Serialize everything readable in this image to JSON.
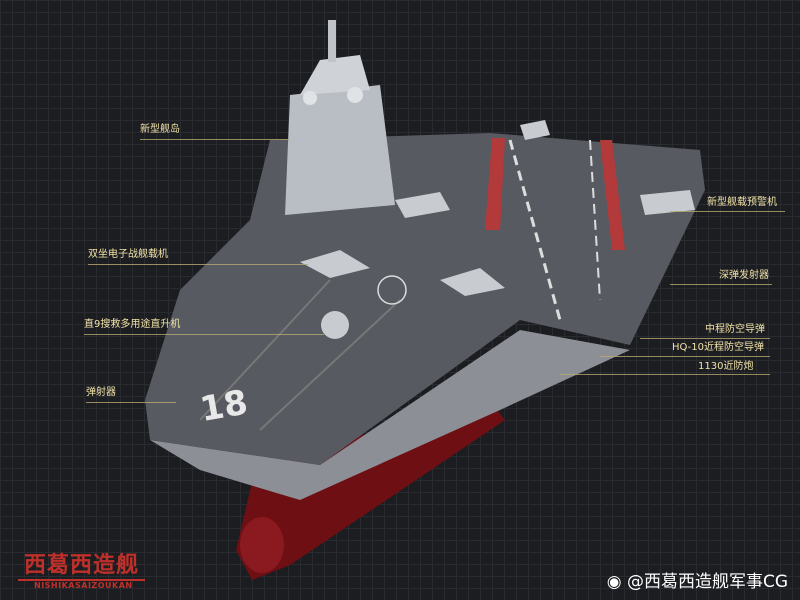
{
  "labels_left": [
    {
      "text": "新型舰岛"
    },
    {
      "text": "双坐电子战舰载机"
    },
    {
      "text": "直9搜救多用途直升机"
    },
    {
      "text": "弹射器"
    }
  ],
  "labels_right": [
    {
      "text": "新型舰载预警机"
    },
    {
      "text": "深弹发射器"
    },
    {
      "text": "中程防空导弹"
    },
    {
      "text": "HQ-10近程防空导弹"
    },
    {
      "text": "1130近防炮"
    }
  ],
  "hull_number": "18",
  "logo": {
    "cn": "西葛西造舰",
    "en": "NISHIKASAIZOUKAN"
  },
  "watermark": "@西葛西造舰军事CG",
  "colors": {
    "label": "#f0e2a8",
    "hull_red": "#7a1016",
    "deck": "#5a5d63",
    "logo": "#c0302a"
  }
}
